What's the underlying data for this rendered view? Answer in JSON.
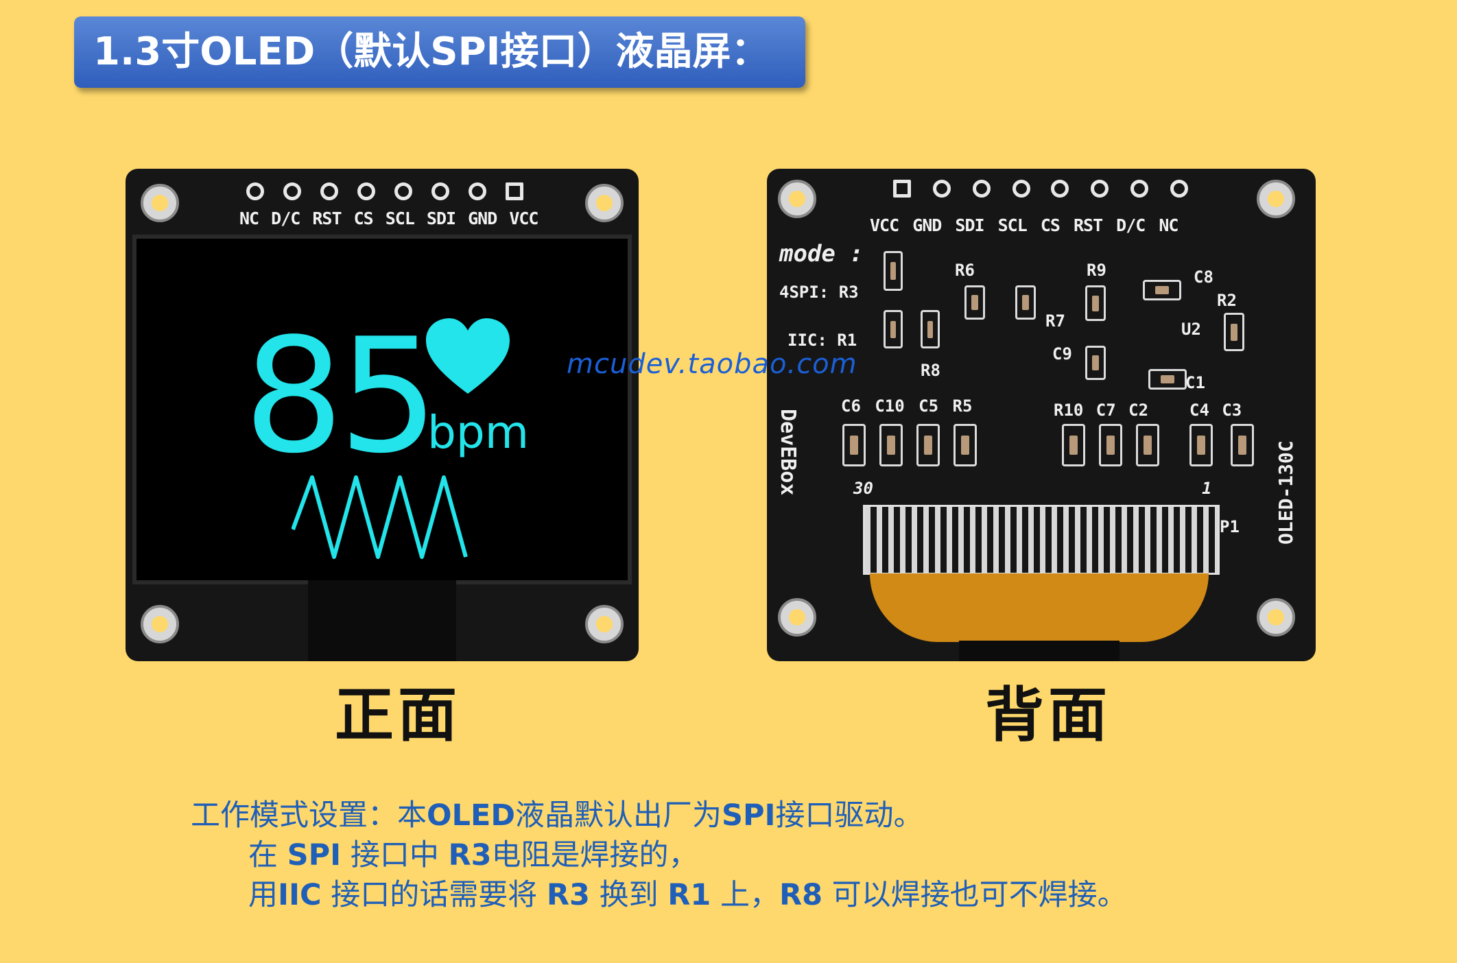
{
  "header": {
    "title": "1.3寸OLED（默认SPI接口）液晶屏："
  },
  "front": {
    "pin_labels": "NC D/C RST CS SCL SDI GND VCC",
    "screen": {
      "value": "85",
      "unit": "bpm"
    },
    "caption": "正面"
  },
  "back": {
    "pin_labels": "VCC GND SDI SCL CS RST D/C NC",
    "mode_label": "mode :",
    "spi_label": "4SPI: R3",
    "iic_label": "IIC: R1",
    "brand_vertical": "DevEBox",
    "model_vertical": "OLED-130C",
    "silk": {
      "r6": "R6",
      "r9": "R9",
      "c8": "C8",
      "r2": "R2",
      "r7": "R7",
      "u2": "U2",
      "c9": "C9",
      "r8": "R8",
      "c1": "C1",
      "row_left": "C6 C10 C5 R5",
      "row_right": "R10 C7 C2",
      "row_far": "C4 C3",
      "pin30": "30",
      "pin1": "1",
      "p1": "P1"
    },
    "caption": "背面"
  },
  "watermark": "mcudev.taobao.com",
  "notes": {
    "line1_a": "工作模式设置：本",
    "line1_b": "OLED",
    "line1_c": "液晶默认出厂为",
    "line1_d": "SPI",
    "line1_e": "接口驱动。",
    "line2_a": "在 ",
    "line2_b": "SPI",
    "line2_c": " 接口中 ",
    "line2_d": "R3",
    "line2_e": "电阻是焊接的，",
    "line3_a": "用",
    "line3_b": "IIC",
    "line3_c": " 接口的话需要将 ",
    "line3_d": "R3",
    "line3_e": " 换到 ",
    "line3_f": "R1",
    "line3_g": " 上，",
    "line3_h": "R8",
    "line3_i": " 可以焊接也可不焊接。"
  },
  "colors": {
    "background": "#FED86C",
    "banner": "#3d6cc8",
    "screen_text": "#22e4ea",
    "notes": "#1f5fb8"
  }
}
